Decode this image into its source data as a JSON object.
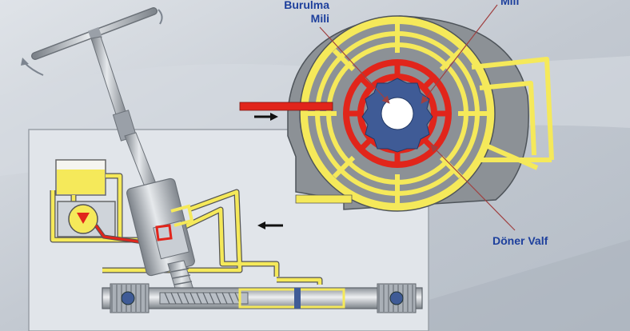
{
  "labels": {
    "torsion_bar": [
      "Burulma",
      "Mili"
    ],
    "shaft": "Mili",
    "rotary_valve": "Döner Valf"
  },
  "colors": {
    "background": "#c9ced6",
    "panel": "#e1e5ea",
    "housing": "#8c9196",
    "oil_supply": "#f5e95a",
    "oil_pressure": "#e1251b",
    "valve_core": "#3f5b96",
    "label_text": "#1d3f9c",
    "leader_line": "#a04040"
  },
  "icons": {
    "flow_in_arrow": "arrow-right-icon",
    "flow_out_arrow": "arrow-left-icon",
    "rotation": "rotate-arrow-icon",
    "pump": "pump-icon"
  }
}
